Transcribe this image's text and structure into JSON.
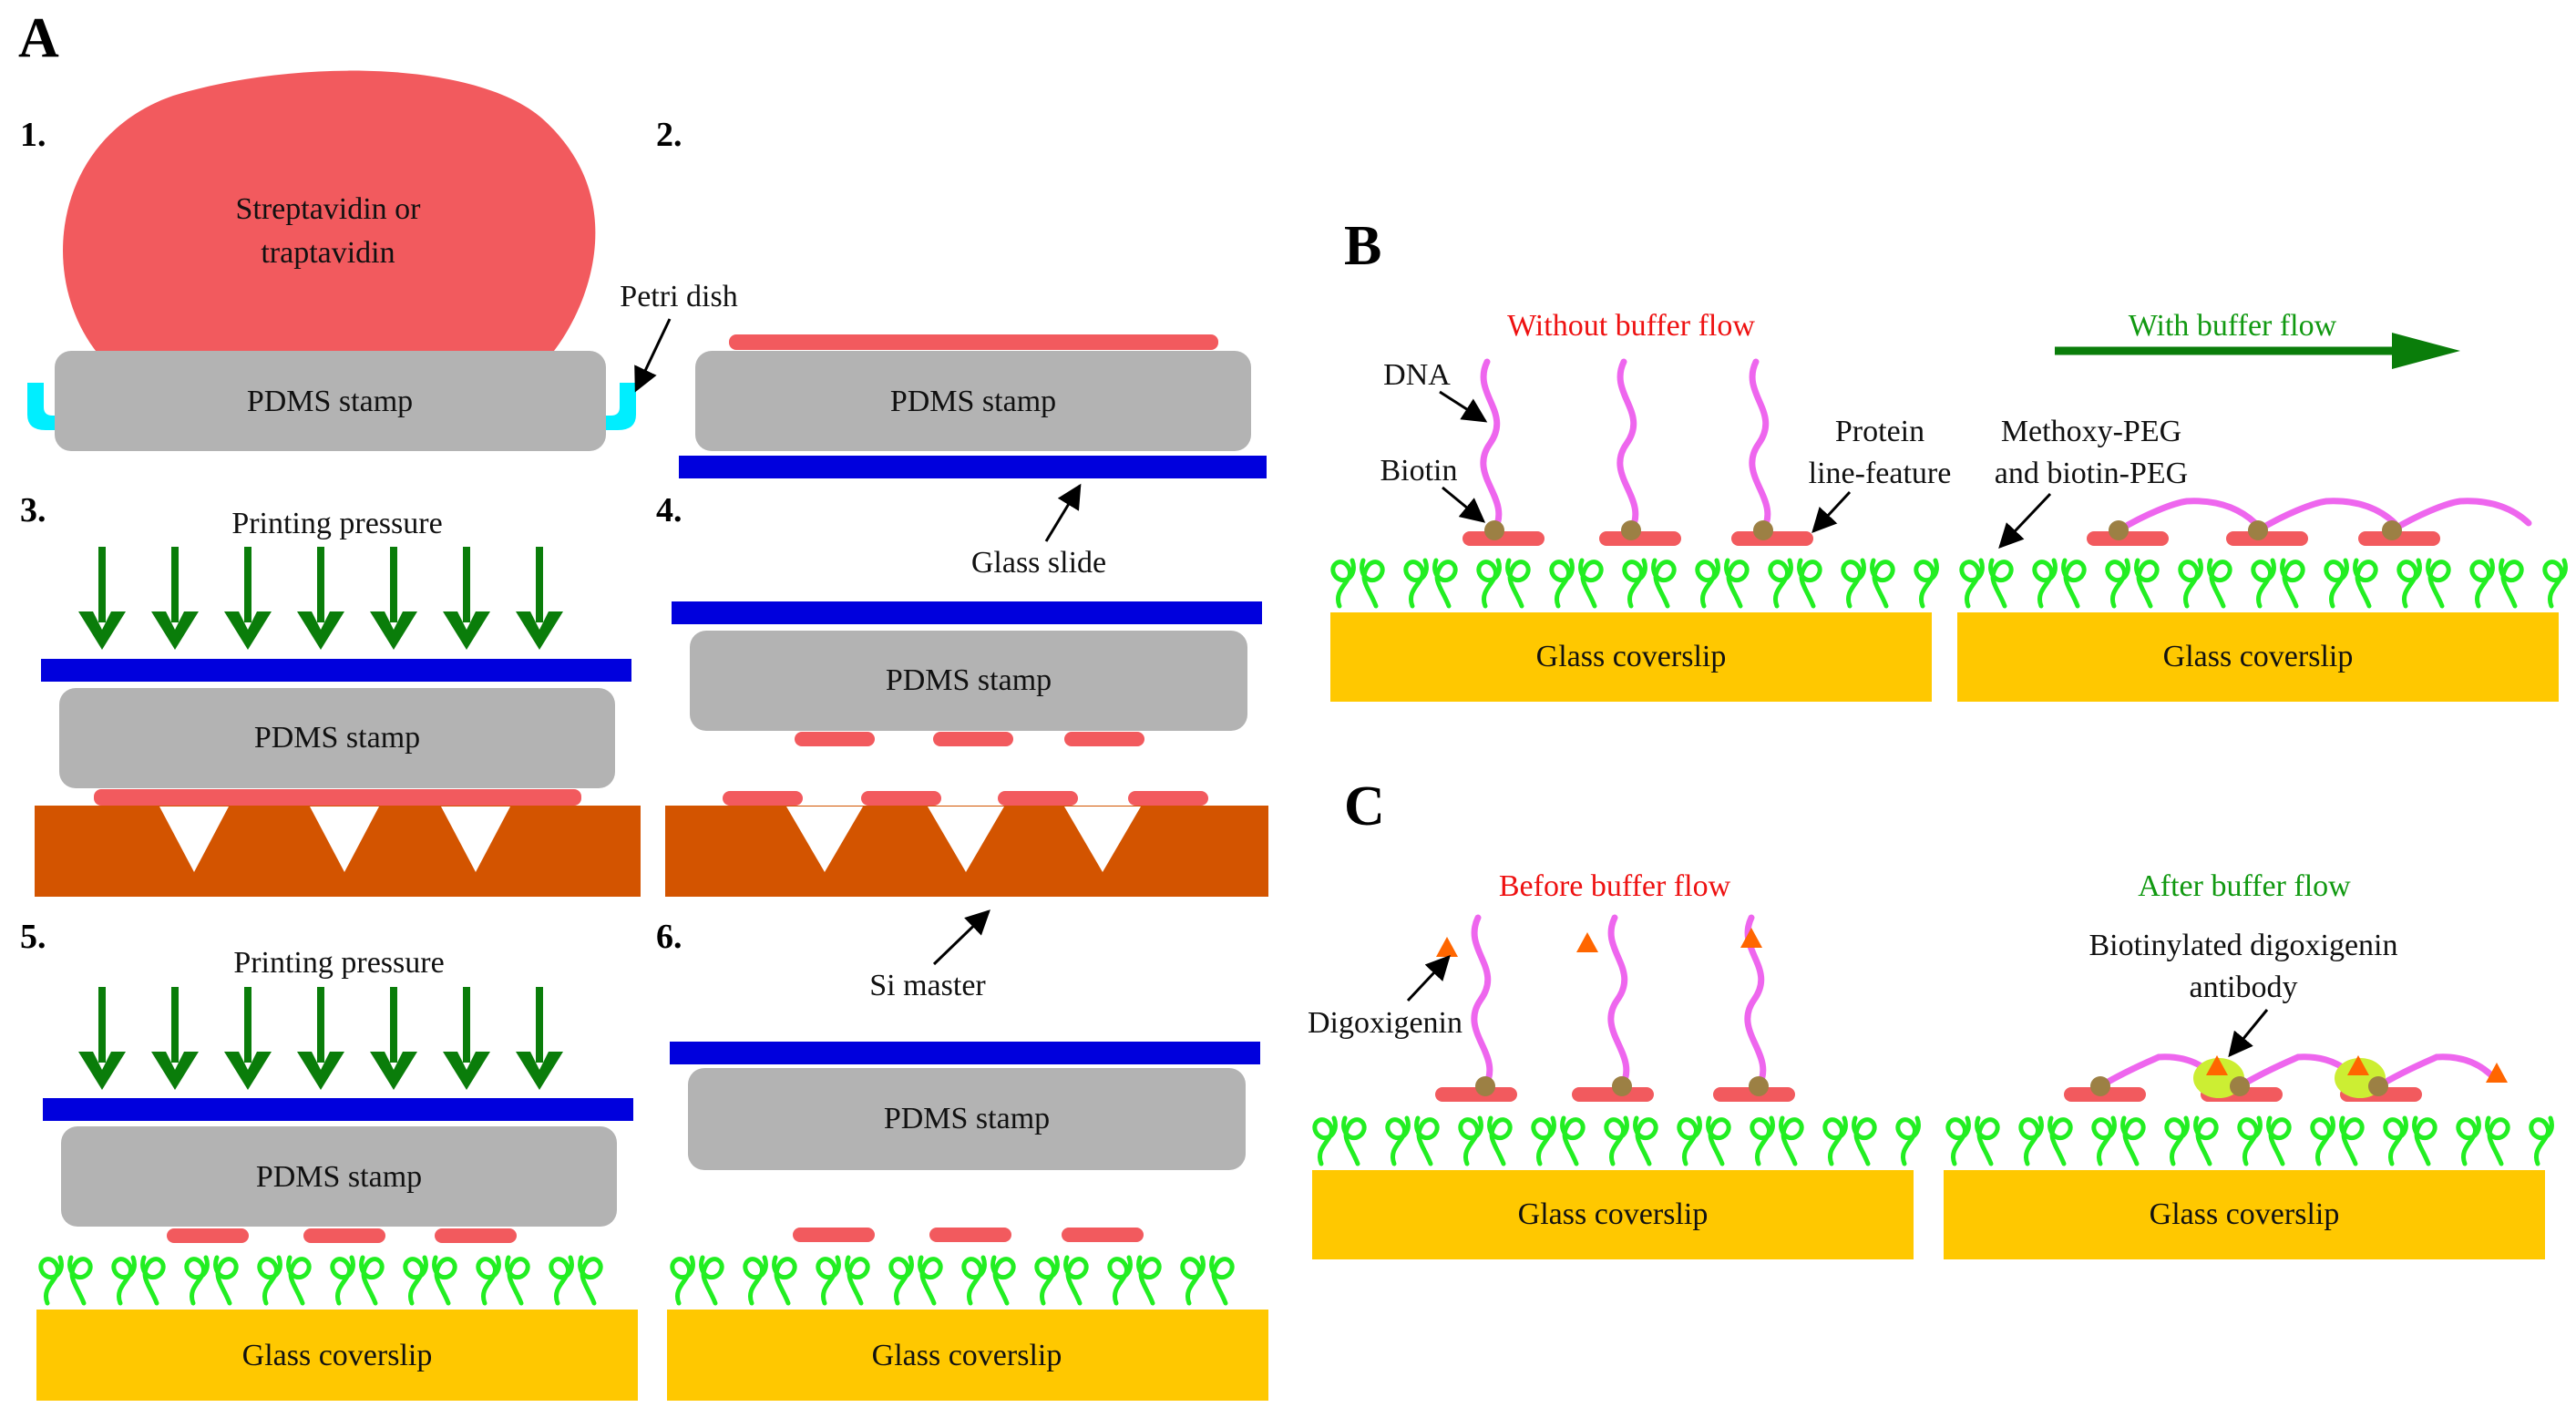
{
  "panels": {
    "a": "A",
    "b": "B",
    "c": "C"
  },
  "steps": [
    "1.",
    "2.",
    "3.",
    "4.",
    "5.",
    "6."
  ],
  "labels": {
    "streptavidin_line1": "Streptavidin or",
    "streptavidin_line2": "traptavidin",
    "petri_dish": "Petri dish",
    "pdms_stamp": "PDMS stamp",
    "printing_pressure": "Printing pressure",
    "glass_slide": "Glass slide",
    "si_master": "Si master",
    "glass_coverslip": "Glass coverslip",
    "dna": "DNA",
    "biotin": "Biotin",
    "protein_line1": "Protein",
    "protein_line2": "line-feature",
    "peg_line1": "Methoxy-PEG",
    "peg_line2": "and biotin-PEG",
    "digoxigenin": "Digoxigenin",
    "antibody_line1": "Biotinylated digoxigenin",
    "antibody_line2": "antibody"
  },
  "headings": {
    "without_flow": "Without buffer flow",
    "with_flow": "With buffer flow",
    "before_flow": "Before buffer flow",
    "after_flow": "After buffer flow"
  },
  "colors": {
    "protein": "#f25a5e",
    "pdms": "#b3b3b3",
    "petri": "#00eeff",
    "glass_slide": "#0000dd",
    "si_master": "#d35400",
    "coverslip": "#ffc800",
    "peg": "#22ee22",
    "dna": "#ee66ee",
    "biotin": "#9c8044",
    "arrow_green": "#0a7d0a",
    "digoxigenin": "#ff6600",
    "antibody": "#ccee33",
    "heading_red": "#ee1111",
    "heading_green": "#119911"
  }
}
